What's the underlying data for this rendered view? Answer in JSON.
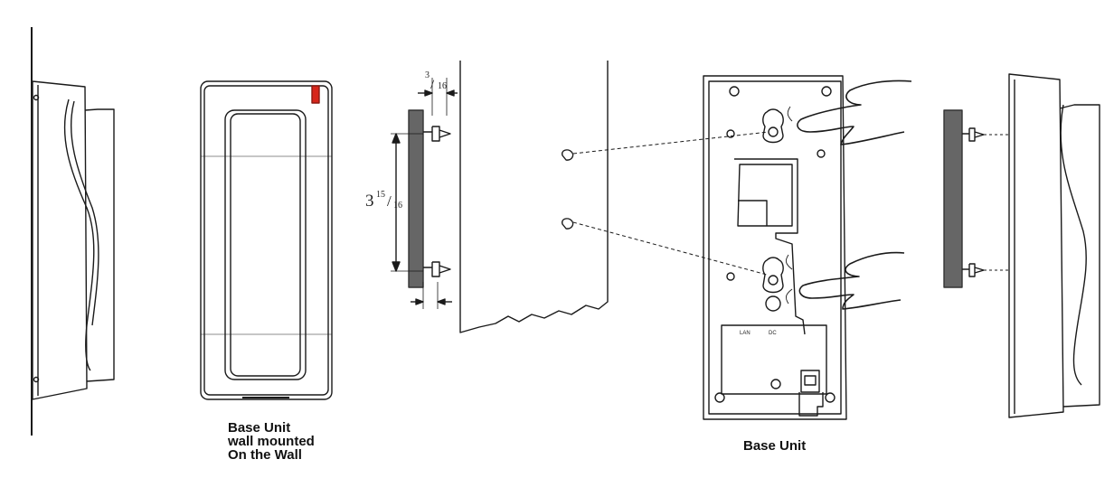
{
  "captions": {
    "wall_mounted": [
      "Base Unit",
      "wall mounted",
      "On the Wall"
    ],
    "base_unit": "Base Unit"
  },
  "dimensions": {
    "screw_depth": {
      "whole": "",
      "numerator": "3",
      "denominator": "16"
    },
    "screw_spacing": {
      "whole": "3",
      "numerator": "15",
      "denominator": "16"
    }
  },
  "ports": {
    "left": "LAN",
    "right": "DC"
  },
  "colors": {
    "line": "#1a1a1a",
    "indicator": "#d7261b",
    "bracket": "#666666"
  }
}
